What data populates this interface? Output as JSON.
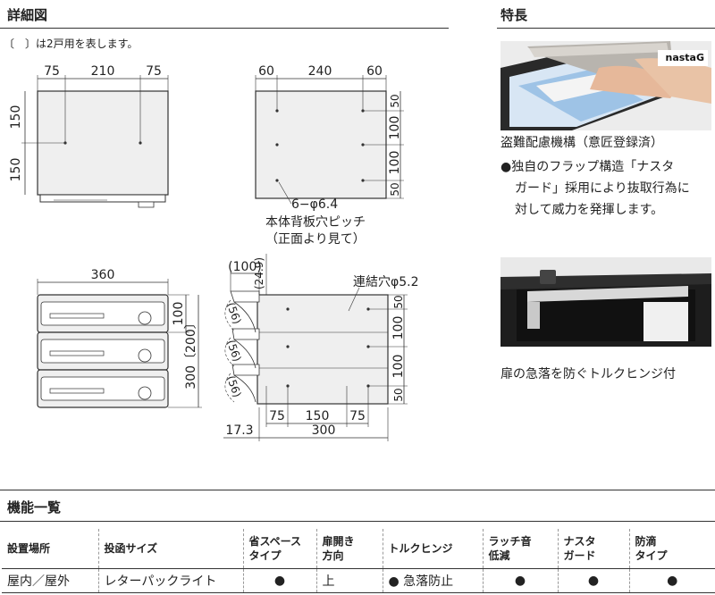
{
  "detail": {
    "title": "詳細図",
    "note": "〔　〕は2戸用を表します。"
  },
  "drawings": {
    "front_top": {
      "dims_top": [
        "75",
        "210",
        "75"
      ],
      "dims_left": [
        "150",
        "150"
      ]
    },
    "back": {
      "dims_top": [
        "60",
        "240",
        "60"
      ],
      "dims_right": [
        "50",
        "100",
        "100",
        "50"
      ],
      "hole_label": "6−φ6.4",
      "caption1": "本体背板穴ピッチ",
      "caption2": "（正面より見て）"
    },
    "front": {
      "width": "360",
      "dim_100": "100",
      "dim_300": "300〔200〕"
    },
    "side": {
      "dim_100": "(100)",
      "dim_249": "(24.9)",
      "r56": "(56)",
      "conn_label": "連結穴φ5.2",
      "dims_right": [
        "50",
        "100",
        "100",
        "50"
      ],
      "dims_bottom": [
        "75",
        "150",
        "75"
      ],
      "dim_173": "17.3",
      "dim_300": "300"
    }
  },
  "features": {
    "title": "特長",
    "brand": "nastaG",
    "item1_title": "盗難配慮機構（意匠登録済）",
    "item1_l1": "●独自のフラップ構造「ナスタ",
    "item1_l2": "ガード」採用により抜取行為に",
    "item1_l3": "対して威力を発揮します。",
    "item2_caption": "扉の急落を防ぐトルクヒンジ付"
  },
  "spec": {
    "title": "機能一覧",
    "headers": [
      [
        "設置場所",
        ""
      ],
      [
        "投函サイズ",
        ""
      ],
      [
        "省スペース",
        "タイプ"
      ],
      [
        "扉開き",
        "方向"
      ],
      [
        "トルクヒンジ",
        ""
      ],
      [
        "ラッチ音",
        "低減"
      ],
      [
        "ナスタ",
        "ガード"
      ],
      [
        "防滴",
        "タイプ"
      ]
    ],
    "row": [
      "屋内／屋外",
      "レターパックライト",
      "●",
      "上",
      "●  急落防止",
      "●",
      "●",
      "●"
    ]
  },
  "colors": {
    "rule": "#333333",
    "panel": "#efefef",
    "photo_dark": "#1d1d1d"
  }
}
